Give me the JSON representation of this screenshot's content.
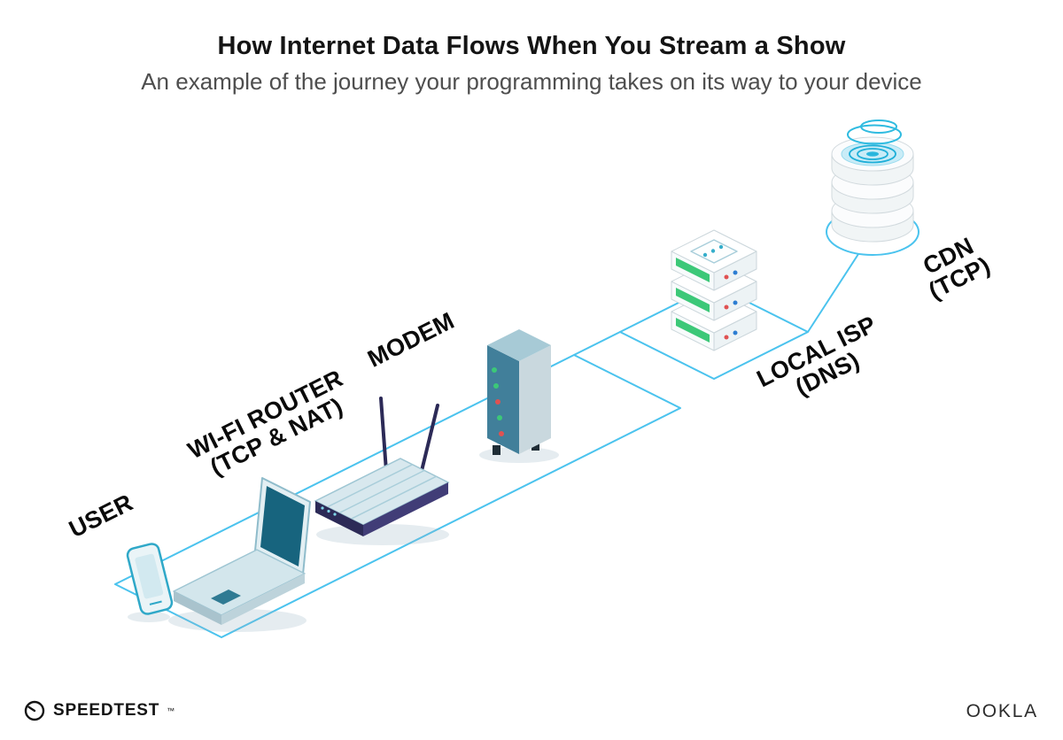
{
  "header": {
    "title": "How Internet Data Flows When You Stream a Show",
    "subtitle": "An example of the journey your programming takes on its way to your device"
  },
  "nodes": [
    {
      "id": "user",
      "icon": "phone-and-laptop-icon",
      "line1": "USER",
      "line2": ""
    },
    {
      "id": "wifi_router",
      "icon": "wifi-router-icon",
      "line1": "WI-FI ROUTER",
      "line2": "(TCP & NAT)"
    },
    {
      "id": "modem",
      "icon": "modem-icon",
      "line1": "MODEM",
      "line2": ""
    },
    {
      "id": "local_isp",
      "icon": "server-stack-icon",
      "line1": "LOCAL ISP",
      "line2": "(DNS)"
    },
    {
      "id": "cdn",
      "icon": "database-cylinder-icon",
      "line1": "CDN",
      "line2": "(TCP)"
    }
  ],
  "footer": {
    "speedtest": "SPEEDTEST",
    "speedtest_tm": "™",
    "ookla": "OOKLA"
  },
  "colors": {
    "connector_line": "#4AC3EE",
    "screen_teal": "#17647E",
    "router_navy": "#2C2A57",
    "server_green": "#3CC878",
    "led_red": "#E05252",
    "dot_blue": "#2D7DD2",
    "cdn_cyan": "#29B6DD"
  }
}
